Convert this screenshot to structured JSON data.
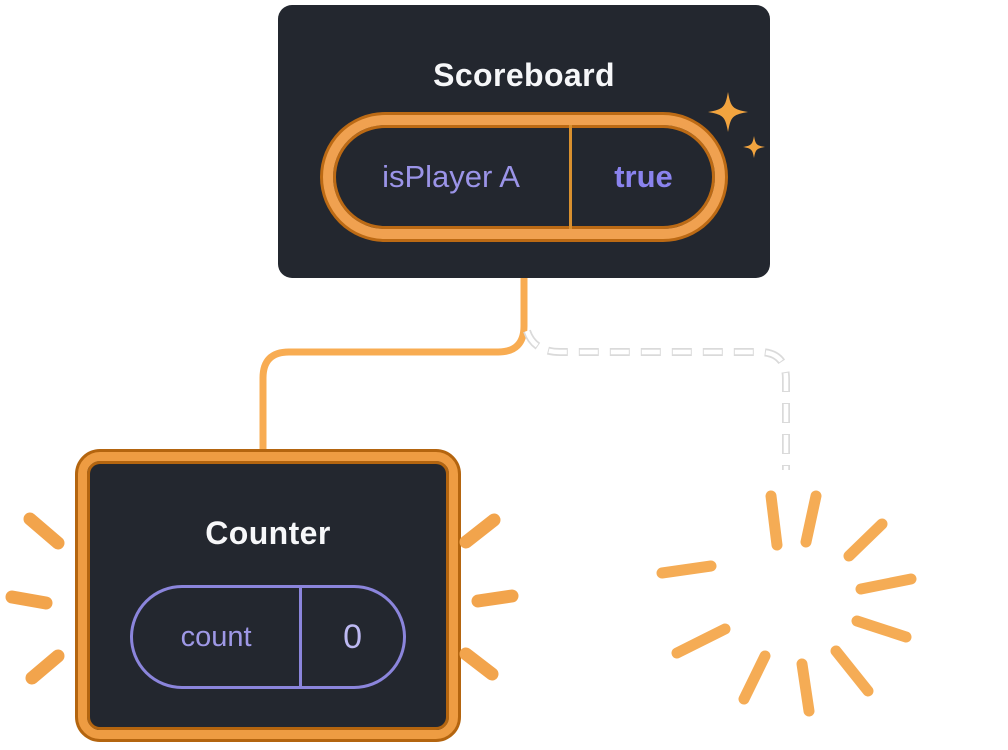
{
  "scoreboard": {
    "title": "Scoreboard",
    "state": {
      "label": "isPlayer A",
      "value": "true"
    }
  },
  "counter": {
    "title": "Counter",
    "state": {
      "label": "count",
      "value": "0"
    }
  },
  "colors": {
    "box_background": "#23272F",
    "title_text": "#F6F7F9",
    "highlight_orange": "#F0A150",
    "highlight_orange_dark": "#BC6A14",
    "connector_orange": "#F8AC52",
    "state_label_purple": "#9B94E8",
    "state_value_purple": "#8A83EE",
    "counter_pill_purple": "#8B85DC",
    "burst_orange": "#F5AC55",
    "dashed_line": "#FFFFFF"
  }
}
